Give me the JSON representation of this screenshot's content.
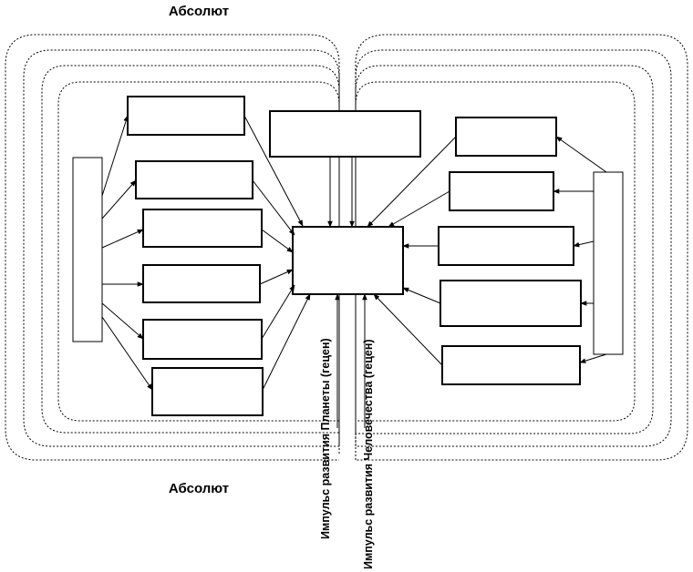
{
  "labels": {
    "top": "Абсолют",
    "bottom": "Абсолют",
    "impulse_planet": "Импульс развития Планеты (гецен)",
    "impulse_humanity": "Импульс развития Человечества (гецен)"
  },
  "colors": {
    "stroke": "#000000",
    "fill": "#ffffff"
  }
}
